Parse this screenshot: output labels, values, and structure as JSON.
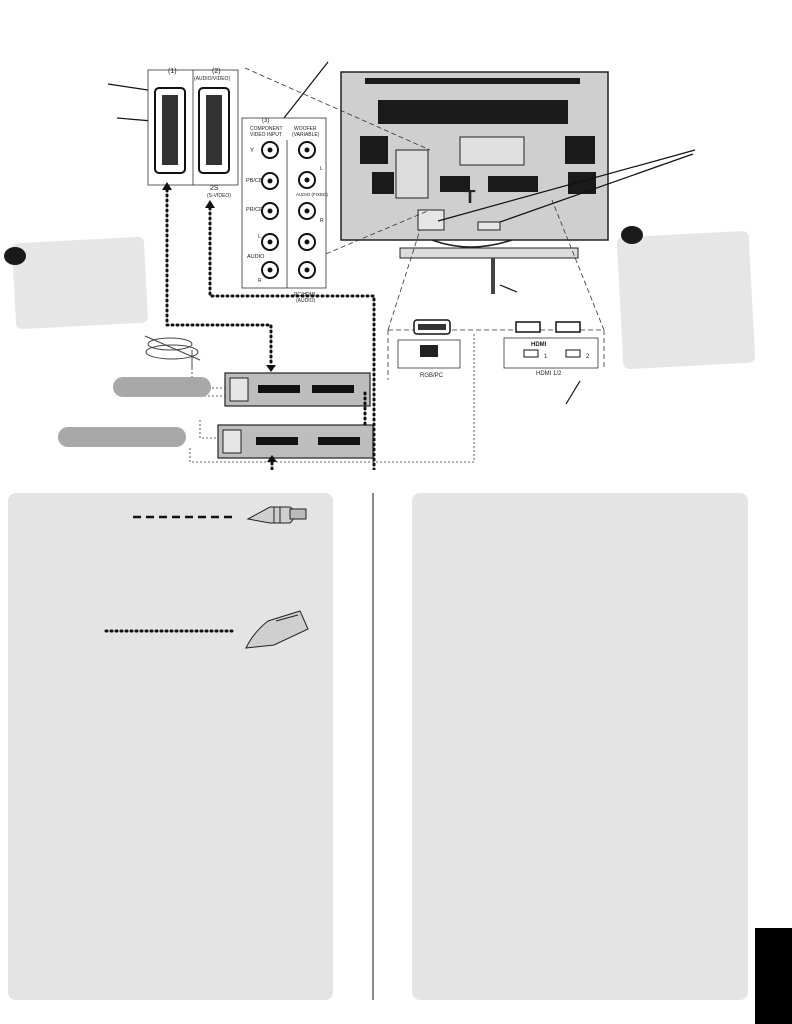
{
  "scart_panel": {
    "scart1_label": "(1)",
    "scart2_label": "(2)",
    "scart2_sub": "(AUDIO/VIDEO)",
    "input2s_label": "2S",
    "input2s_sub": "(S-VIDEO)"
  },
  "component_panel": {
    "header_label": "(3)",
    "header_title_1": "COMPONENT",
    "header_title_2": "VIDEO INPUT",
    "jack_y": "Y",
    "jack_pb": "PB/CB",
    "jack_pr": "PR/CR",
    "audio_label": "AUDIO",
    "audio_l": "L",
    "audio_r": "R",
    "woofer_title_1": "WOOFER",
    "woofer_title_2": "(VARIABLE)",
    "audio_out_label": "AUDIO (FIXED)",
    "pc_hdmi_label_1": "PC/HDMI",
    "pc_hdmi_label_2": "(AUDIO)",
    "side_l": "L",
    "side_r": "R"
  },
  "rgb_panel": {
    "label": "RGB/PC"
  },
  "hdmi_panel": {
    "logo": "HDMI",
    "port1": "1",
    "port2": "2",
    "label": "HDMI 1/2"
  },
  "tv_logo": "T",
  "colors": {
    "panel_bg": "#e4e4e4",
    "tv_body": "#cfcfcf",
    "grille": "#1a1a1a",
    "device_label": "#a8a8a8",
    "tab_black": "#000000"
  }
}
